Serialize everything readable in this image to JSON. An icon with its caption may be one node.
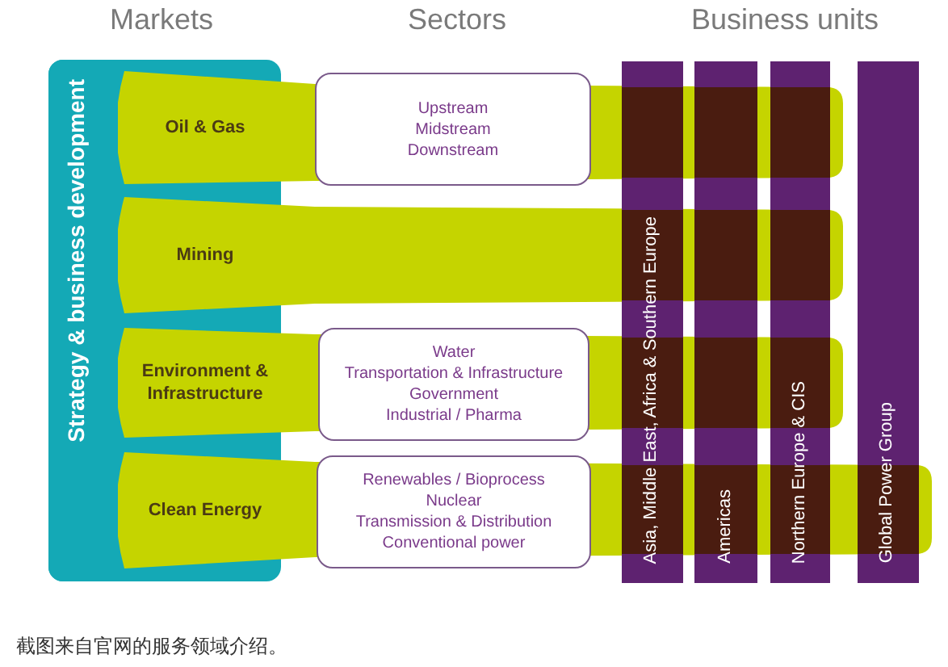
{
  "diagram": {
    "caption": "截图来自官网的服务领域介绍。",
    "nodes": [
      {
        "text": [
          "Strategy & business development"
        ]
      },
      {
        "text": [
          "Oil & Gas"
        ]
      },
      {
        "text": [
          "Mining"
        ]
      },
      {
        "text": [
          "Environment & Infrastructure"
        ]
      },
      {
        "text": [
          "Clean Energy"
        ]
      },
      {
        "text": [
          "Upstream",
          "Midstream",
          "Downstream"
        ],
        "in": 1
      },
      {
        "text": [
          "Water",
          "Transportation & Infrastructure",
          "Government",
          "Industrial / Pharma"
        ],
        "in": 3
      },
      {
        "text": [
          "Renewables / Bioprocess",
          "Nuclear",
          "Transmission & Distribution",
          "Conventional power"
        ],
        "in": 4
      },
      {
        "text": [
          "Asia, Middle East, Africa & Southern Europe"
        ]
      },
      {
        "text": [
          "Americas"
        ]
      },
      {
        "text": [
          "Northern Europe & CIS"
        ]
      },
      {
        "text": [
          "Global Power Group"
        ]
      }
    ],
    "edges": [],
    "labels": [
      "Markets",
      "Sectors",
      "Business units"
    ]
  }
}
